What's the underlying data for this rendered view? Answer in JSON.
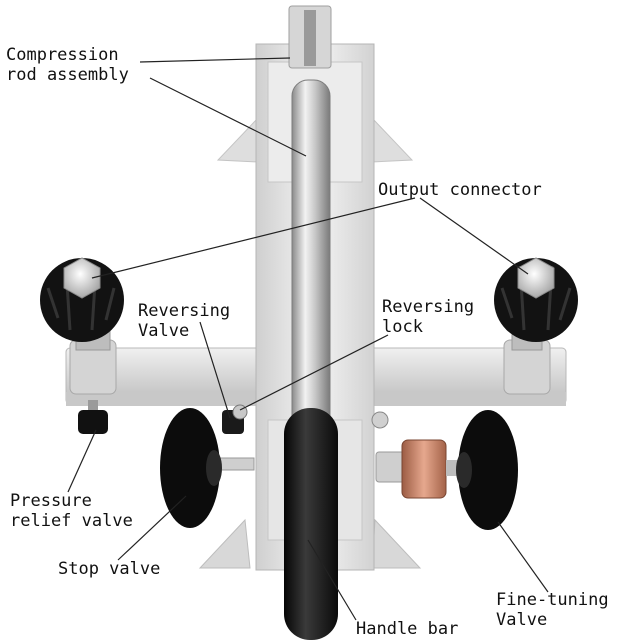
{
  "labels": {
    "compression_rod_line1": "Compression",
    "compression_rod_line2": "rod assembly",
    "output_connector": "Output connector",
    "reversing_valve_line1": "Reversing",
    "reversing_valve_line2": "Valve",
    "reversing_lock_line1": "Reversing",
    "reversing_lock_line2": "lock",
    "pressure_relief_line1": "Pressure",
    "pressure_relief_line2": "relief valve",
    "stop_valve": "Stop valve",
    "handle_bar": "Handle bar",
    "fine_tuning_line1": "Fine-tuning",
    "fine_tuning_line2": "Valve"
  },
  "colors": {
    "background": "#ffffff",
    "metal": "#e4e4e4",
    "knob": "#111111",
    "brass_fitting": "#c8836a",
    "leader_line": "#222222"
  }
}
